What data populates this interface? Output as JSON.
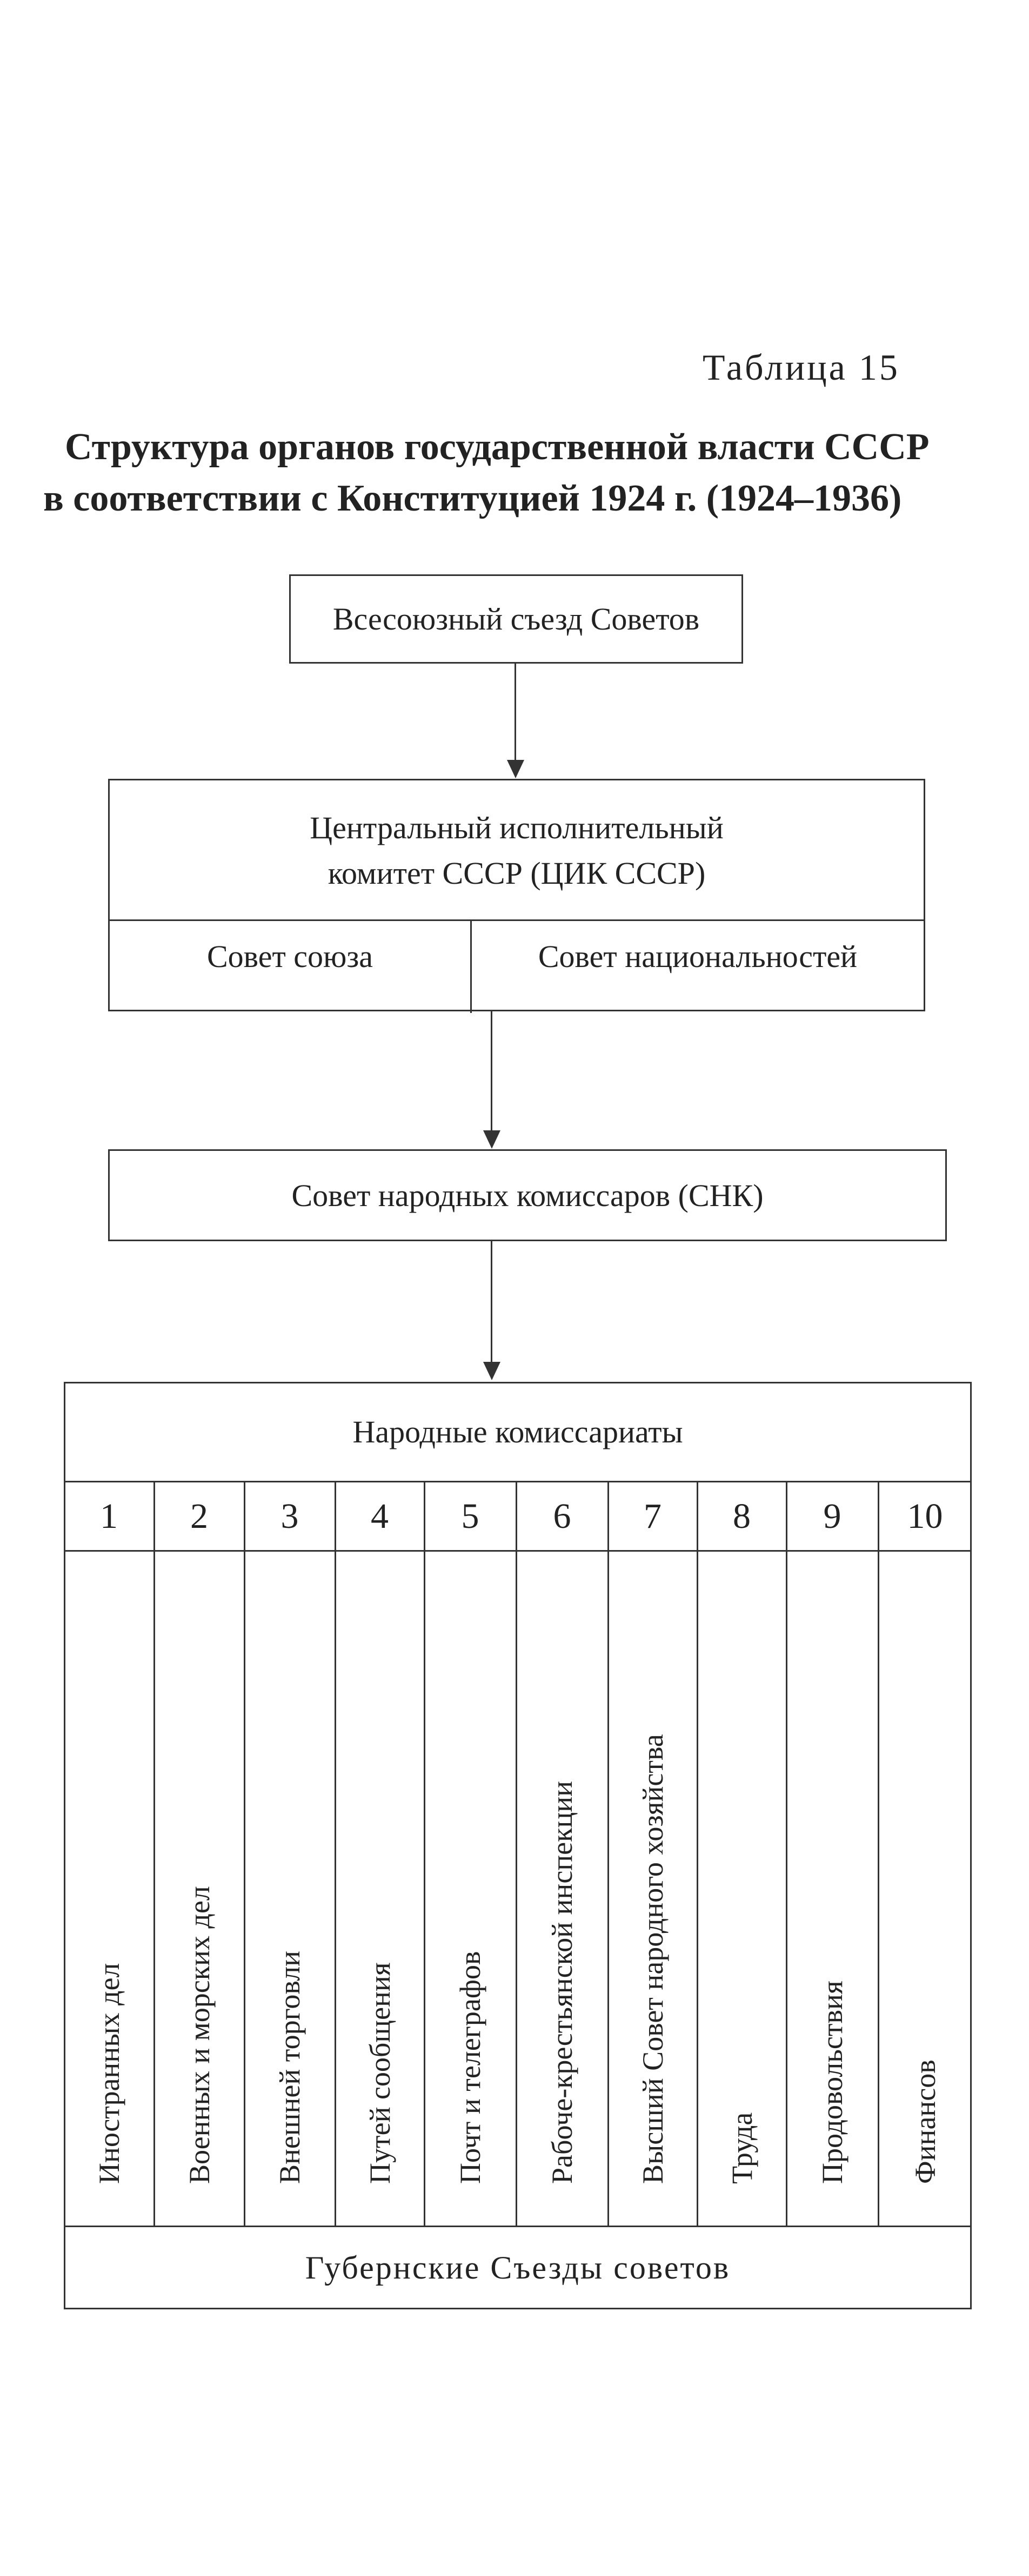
{
  "table_label": "Таблица 15",
  "title_line1": "Структура органов государственной власти СССР",
  "title_line2": "в соответствии с Конституцией 1924 г. (1924–1936)",
  "congress": "Всесоюзный съезд Советов",
  "cik": {
    "line1": "Центральный исполнительный",
    "line2": "комитет СССР (ЦИК СССР)"
  },
  "chambers": {
    "union": "Совет союза",
    "nationalities": "Совет национальностей"
  },
  "snk": "Совет народных комиссаров (СНК)",
  "commissariats": {
    "header": "Народные комиссариаты",
    "items": [
      {
        "num": "1",
        "name": "Иностранных дел"
      },
      {
        "num": "2",
        "name": "Военных и морских дел"
      },
      {
        "num": "3",
        "name": "Внешней торговли"
      },
      {
        "num": "4",
        "name": "Путей сообщения"
      },
      {
        "num": "5",
        "name": "Почт и телеграфов"
      },
      {
        "num": "6",
        "name": "Рабоче-крестьянской инспекции"
      },
      {
        "num": "7",
        "name": "Высший Совет народного хозяйства"
      },
      {
        "num": "8",
        "name": "Труда"
      },
      {
        "num": "9",
        "name": "Продовольствия"
      },
      {
        "num": "10",
        "name": "Финансов"
      }
    ]
  },
  "gubernia": "Губернские Съезды советов"
}
